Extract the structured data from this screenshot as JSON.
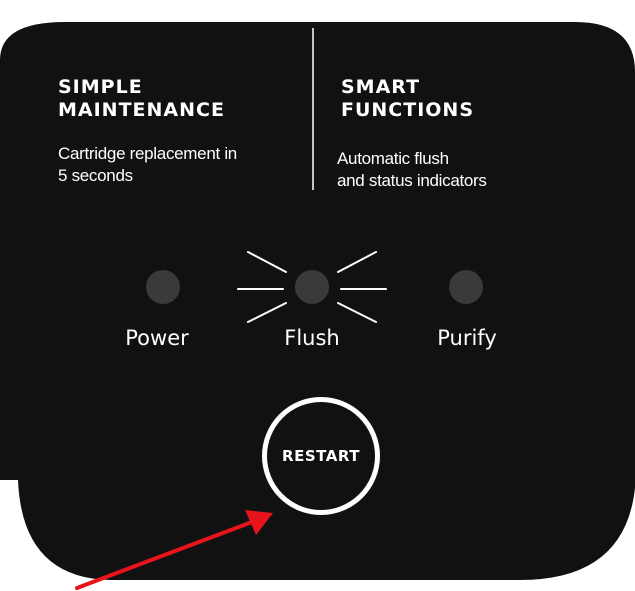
{
  "panel": {
    "left_column": {
      "heading": "SIMPLE\nMAINTENANCE",
      "description": "Cartridge replacement in\n5 seconds"
    },
    "right_column": {
      "heading": "SMART\nFUNCTIONS",
      "description": "Automatic flush\nand status indicators"
    },
    "indicators": [
      {
        "label": "Power",
        "active": false
      },
      {
        "label": "Flush",
        "active": true
      },
      {
        "label": "Purify",
        "active": false
      }
    ],
    "restart_button": {
      "label": "RESTART"
    }
  },
  "colors": {
    "panel_background": "#111111",
    "text": "#ffffff",
    "led_off": "#3a3a3a",
    "arrow": "#e8141b"
  },
  "icons": {
    "annotation": "red-arrow-icon",
    "flash": "led-flash-rays-icon"
  }
}
